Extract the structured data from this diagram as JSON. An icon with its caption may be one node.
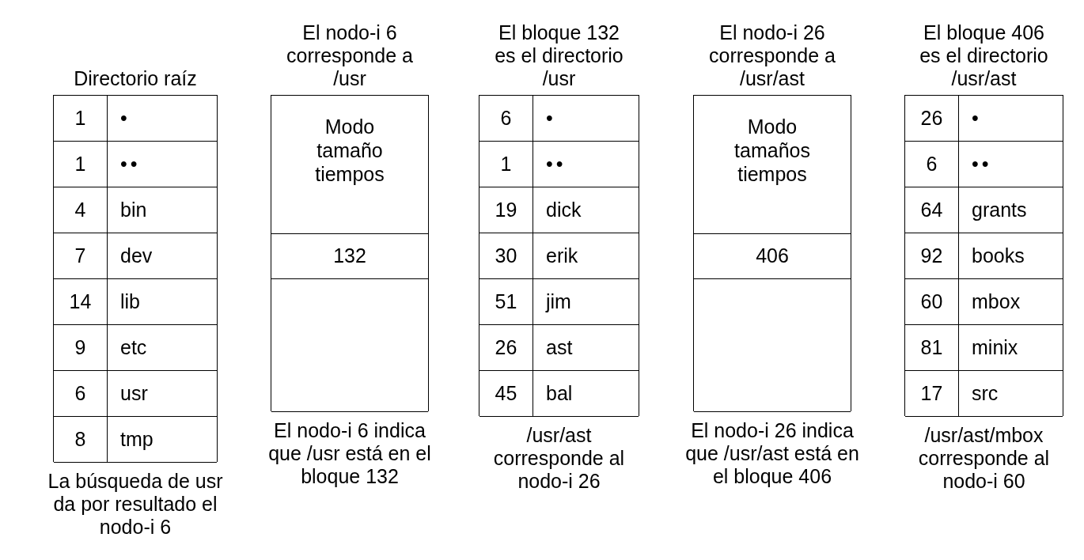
{
  "diagram": {
    "nodes": [
      {
        "text": [
          "Directorio raíz"
        ],
        "beside": [
          "La búsqueda de usr da por resultado el nodo-i 6"
        ]
      },
      {
        "text": [
          "1",
          "•"
        ],
        "in": 0
      },
      {
        "text": [
          "1",
          "••"
        ],
        "in": 0
      },
      {
        "text": [
          "4",
          "bin"
        ],
        "in": 0
      },
      {
        "text": [
          "7",
          "dev"
        ],
        "in": 0
      },
      {
        "text": [
          "14",
          "lib"
        ],
        "in": 0
      },
      {
        "text": [
          "9",
          "etc"
        ],
        "in": 0
      },
      {
        "text": [
          "6",
          "usr"
        ],
        "in": 0
      },
      {
        "text": [
          "8",
          "tmp"
        ],
        "in": 0
      },
      {
        "text": [
          "El nodo-i 6 corresponde a /usr"
        ],
        "beside": [
          "El nodo-i 6 indica que /usr está en el bloque 132"
        ]
      },
      {
        "text": [
          "Modo tamaño tiempos"
        ],
        "in": 9
      },
      {
        "text": [
          "132"
        ],
        "in": 9
      },
      {
        "text": [],
        "shape": "box",
        "in": 9
      },
      {
        "text": [
          "El bloque 132 es el directorio /usr"
        ],
        "beside": [
          "/usr/ast corresponde al nodo-i 26"
        ]
      },
      {
        "text": [
          "6",
          "•"
        ],
        "in": 13
      },
      {
        "text": [
          "1",
          "••"
        ],
        "in": 13
      },
      {
        "text": [
          "19",
          "dick"
        ],
        "in": 13
      },
      {
        "text": [
          "30",
          "erik"
        ],
        "in": 13
      },
      {
        "text": [
          "51",
          "jim"
        ],
        "in": 13
      },
      {
        "text": [
          "26",
          "ast"
        ],
        "in": 13
      },
      {
        "text": [
          "45",
          "bal"
        ],
        "in": 13
      },
      {
        "text": [
          "El nodo-i 26 corresponde a /usr/ast"
        ],
        "beside": [
          "El nodo-i 26 indica que /usr/ast está en el bloque 406"
        ]
      },
      {
        "text": [
          "Modo tamaños tiempos"
        ],
        "in": 21
      },
      {
        "text": [
          "406"
        ],
        "in": 21
      },
      {
        "text": [],
        "shape": "box",
        "in": 21
      },
      {
        "text": [
          "El bloque 406 es el directorio /usr/ast"
        ],
        "beside": [
          "/usr/ast/mbox corresponde al nodo-i 60"
        ]
      },
      {
        "text": [
          "26",
          "•"
        ],
        "in": 25
      },
      {
        "text": [
          "6",
          "••"
        ],
        "in": 25
      },
      {
        "text": [
          "64",
          "grants"
        ],
        "in": 25
      },
      {
        "text": [
          "92",
          "books"
        ],
        "in": 25
      },
      {
        "text": [
          "60",
          "mbox"
        ],
        "in": 25
      },
      {
        "text": [
          "81",
          "minix"
        ],
        "in": 25
      },
      {
        "text": [
          "17",
          "src"
        ],
        "in": 25
      }
    ]
  }
}
